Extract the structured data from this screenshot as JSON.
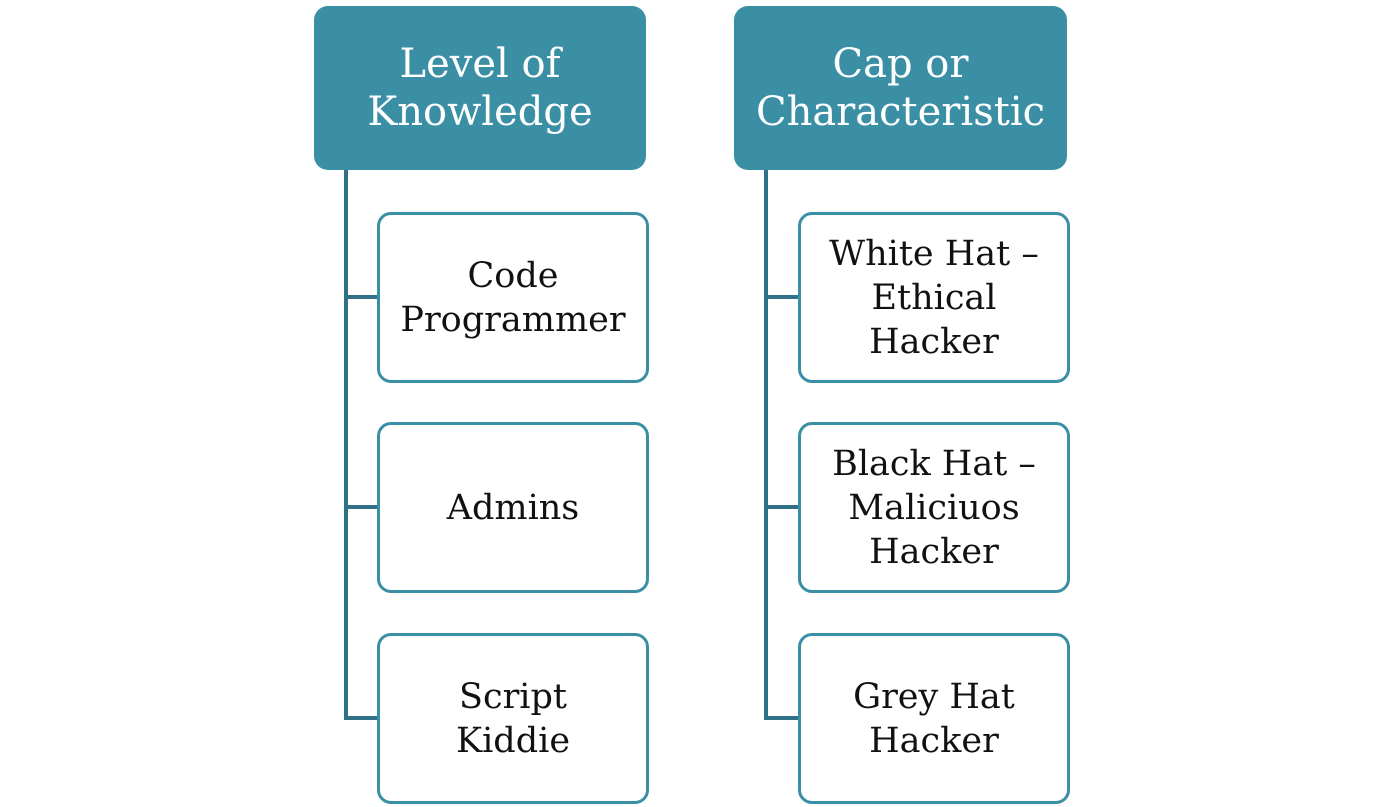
{
  "colors": {
    "header_fill": "#3a8fa5",
    "item_border": "#3a8fa5",
    "connector": "#2f7288",
    "header_text": "#ffffff",
    "item_text": "#111111"
  },
  "columns": [
    {
      "header": "Level of\nKnowledge",
      "items": [
        "Code\nProgrammer",
        "Admins",
        "Script\nKiddie"
      ]
    },
    {
      "header": "Cap or\nCharacteristic",
      "items": [
        "White Hat –\nEthical\nHacker",
        "Black Hat –\nMaliciuos\nHacker",
        "Grey Hat\nHacker"
      ]
    }
  ]
}
